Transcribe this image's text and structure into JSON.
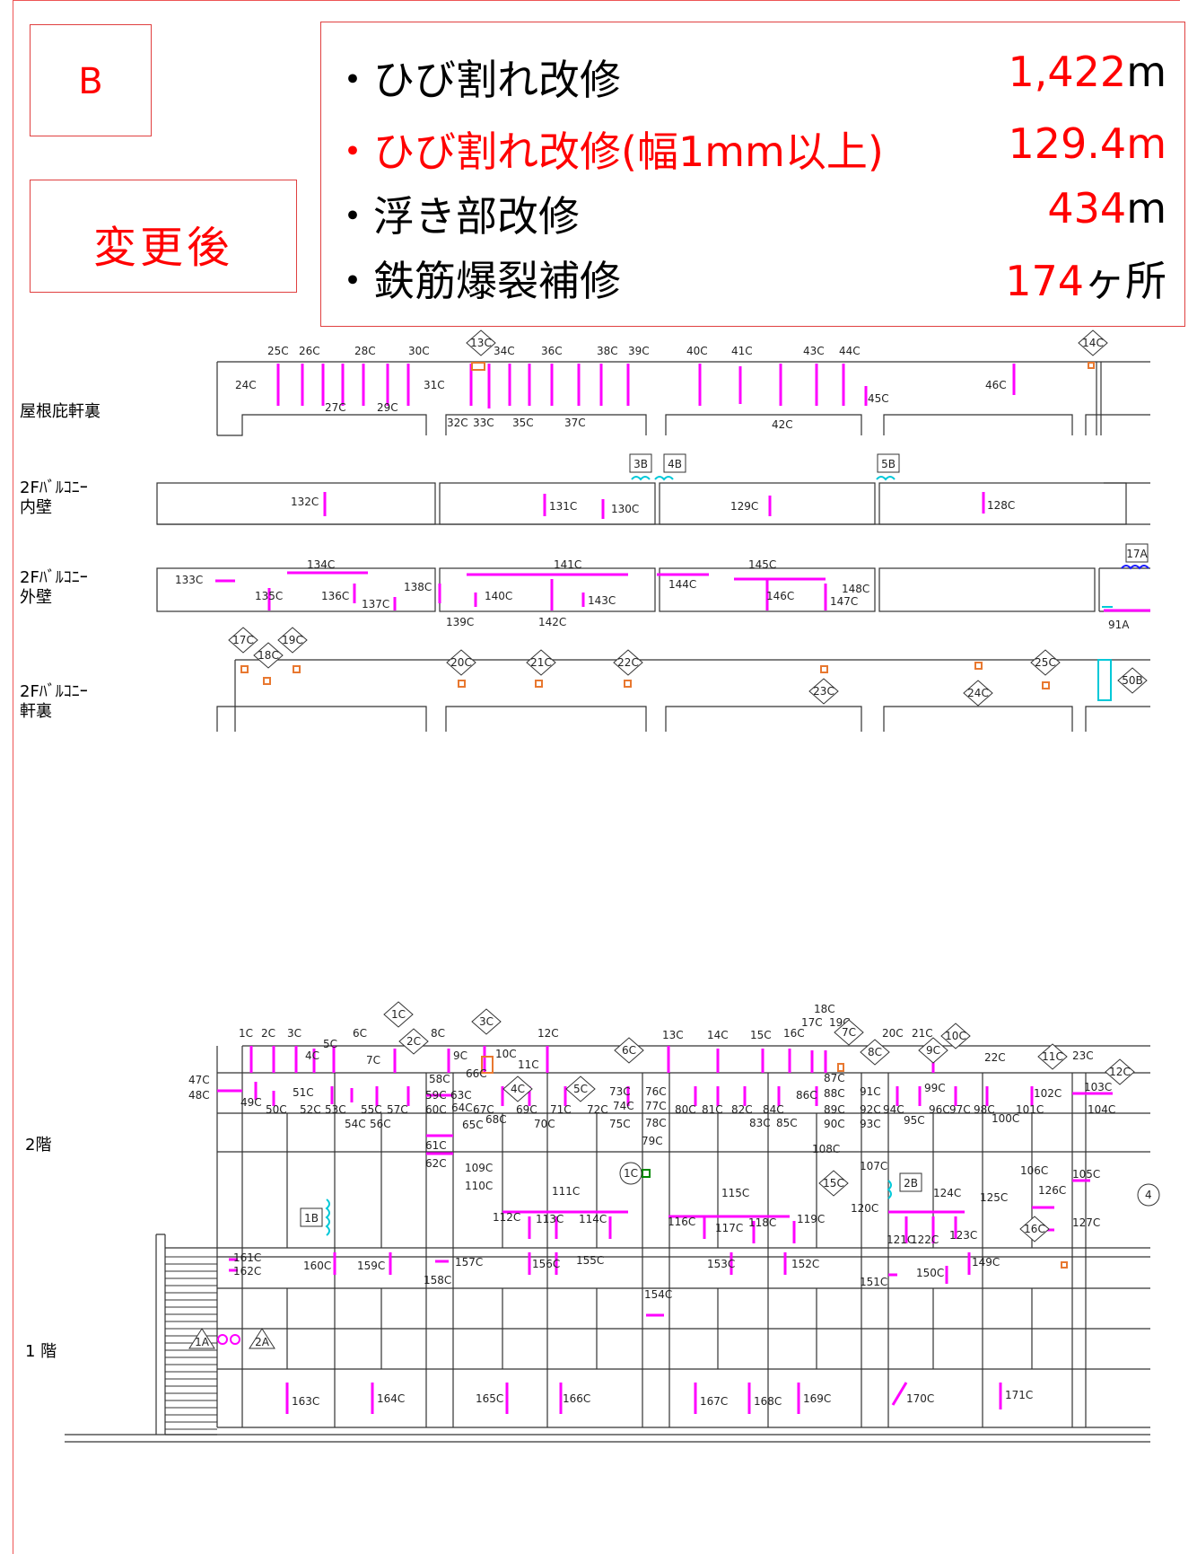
{
  "header": {
    "badge": "B",
    "status": "変更後"
  },
  "summary": [
    {
      "label": "・ひび割れ改修",
      "value": "1,422",
      "unit": "m",
      "highlight": false
    },
    {
      "label": "・ひび割れ改修(幅1mm以上)",
      "value": "129.4",
      "unit": "m",
      "highlight": true
    },
    {
      "label": "・浮き部改修",
      "value": "434",
      "unit": "m",
      "highlight": false
    },
    {
      "label": "・鉄筋爆裂補修",
      "value": "174",
      "unit": "ヶ所",
      "highlight": false
    }
  ],
  "sections": {
    "roof": "屋根庇軒裏",
    "balcony_inner": "2Fﾊﾞﾙｺﾆｰ\n内壁",
    "balcony_outer": "2Fﾊﾞﾙｺﾆｰ\n外壁",
    "balcony_soffit": "2Fﾊﾞﾙｺﾆｰ\n軒裏",
    "floor2": "2階",
    "floor1": "1 階"
  },
  "colors": {
    "crack": "#ff00ff",
    "float": "#e87830",
    "rebar": "#00c8d8",
    "accent": "#ff0000",
    "frame": "#e04040"
  },
  "roof_labels": [
    "24C",
    "25C",
    "26C",
    "27C",
    "28C",
    "29C",
    "30C",
    "31C",
    "32C",
    "33C",
    "34C",
    "35C",
    "36C",
    "37C",
    "38C",
    "39C",
    "40C",
    "41C",
    "42C",
    "43C",
    "44C",
    "45C",
    "46C"
  ],
  "roof_diamonds": [
    "13C",
    "14C"
  ],
  "inner_labels": [
    "132C",
    "131C",
    "130C",
    "129C",
    "128C"
  ],
  "inner_boxes": [
    "3B",
    "4B",
    "5B"
  ],
  "outer_labels": [
    "133C",
    "134C",
    "135C",
    "136C",
    "137C",
    "138C",
    "139C",
    "140C",
    "141C",
    "142C",
    "143C",
    "144C",
    "145C",
    "146C",
    "147C",
    "148C"
  ],
  "outer_extra": [
    "17A",
    "91A"
  ],
  "soffit_diamonds": [
    "17C",
    "18C",
    "19C",
    "20C",
    "21C",
    "22C",
    "23C",
    "24C",
    "25C",
    "50B"
  ],
  "floor2_labels": [
    "1C",
    "2C",
    "3C",
    "4C",
    "5C",
    "6C",
    "7C",
    "8C",
    "9C",
    "10C",
    "11C",
    "12C",
    "13C",
    "14C",
    "15C",
    "16C",
    "17C",
    "18C",
    "19C",
    "20C",
    "21C",
    "22C",
    "23C",
    "47C",
    "48C",
    "49C",
    "50C",
    "51C",
    "52C",
    "53C",
    "54C",
    "55C",
    "56C",
    "57C",
    "58C",
    "59C",
    "60C",
    "61C",
    "62C",
    "63C",
    "64C",
    "65C",
    "66C",
    "67C",
    "68C",
    "69C",
    "70C",
    "71C",
    "72C",
    "73C",
    "74C",
    "75C",
    "76C",
    "77C",
    "78C",
    "79C",
    "80C",
    "81C",
    "82C",
    "83C",
    "84C",
    "85C",
    "86C",
    "87C",
    "88C",
    "89C",
    "90C",
    "91C",
    "92C",
    "93C",
    "94C",
    "95C",
    "96C",
    "97C",
    "98C",
    "99C",
    "100C",
    "101C",
    "102C",
    "103C",
    "104C",
    "105C",
    "106C",
    "107C",
    "108C",
    "109C",
    "110C",
    "111C",
    "112C",
    "113C",
    "114C",
    "115C",
    "116C",
    "117C",
    "118C",
    "119C",
    "120C",
    "121C",
    "122C",
    "123C",
    "124C",
    "125C",
    "126C",
    "127C"
  ],
  "floor2_diamonds": [
    "1C",
    "2C",
    "3C",
    "4C",
    "5C",
    "6C",
    "7C",
    "8C",
    "9C",
    "10C",
    "11C",
    "12C",
    "15C",
    "16C"
  ],
  "floor2_boxes": [
    "1B",
    "2B"
  ],
  "floor1_labels": [
    "149C",
    "150C",
    "151C",
    "152C",
    "153C",
    "154C",
    "155C",
    "156C",
    "157C",
    "158C",
    "159C",
    "160C",
    "161C",
    "162C",
    "163C",
    "164C",
    "165C",
    "166C",
    "167C",
    "168C",
    "169C",
    "170C",
    "171C"
  ],
  "floor1_markers": [
    "1A",
    "2A"
  ],
  "circle_marker": "1C",
  "edge_marker": "4"
}
